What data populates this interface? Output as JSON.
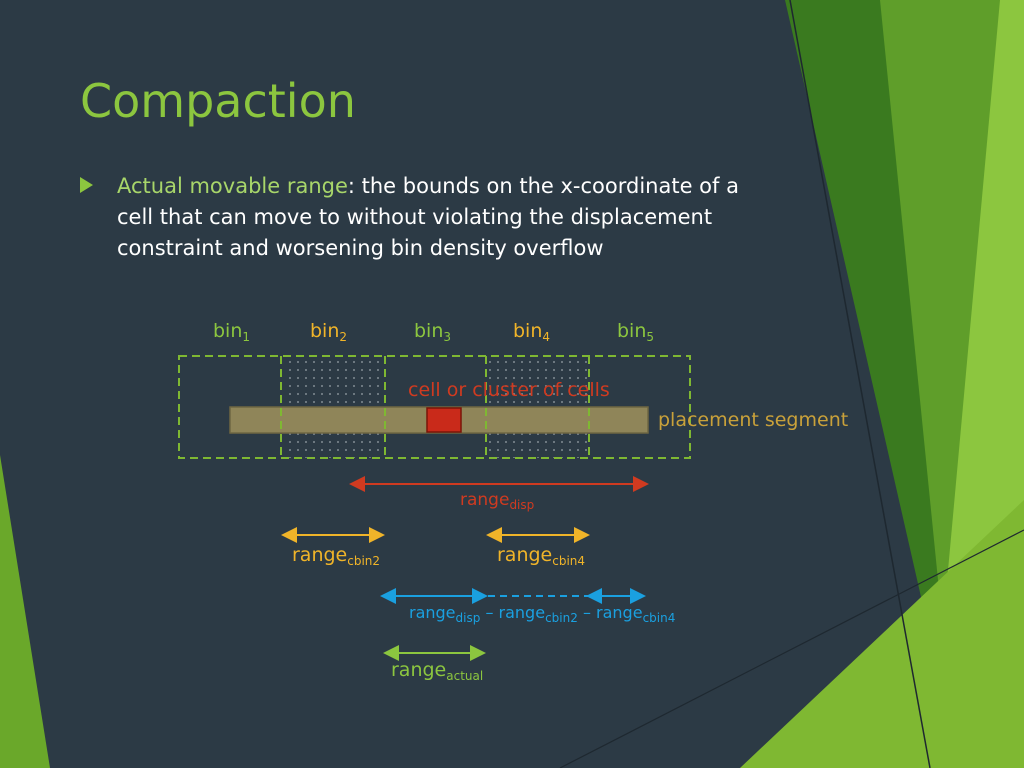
{
  "slide": {
    "title": "Compaction",
    "bullet": {
      "term": "Actual movable range",
      "text": ": the bounds on the x-coordinate of a cell that can move to without violating the displacement constraint and worsening bin density overflow"
    }
  },
  "diagram": {
    "bins": [
      {
        "base": "bin",
        "sub": "1",
        "color": "#8cc63f"
      },
      {
        "base": "bin",
        "sub": "2",
        "color": "#f0b429"
      },
      {
        "base": "bin",
        "sub": "3",
        "color": "#8cc63f"
      },
      {
        "base": "bin",
        "sub": "4",
        "color": "#f0b429"
      },
      {
        "base": "bin",
        "sub": "5",
        "color": "#8cc63f"
      }
    ],
    "cell_label": "cell or cluster of cells",
    "segment_label": "placement segment",
    "ranges": {
      "disp": {
        "base": "range",
        "sub": "disp"
      },
      "cbin2": {
        "base": "range",
        "sub": "cbin2"
      },
      "cbin4": {
        "base": "range",
        "sub": "cbin4"
      },
      "diff": {
        "p1": "range",
        "s1": "disp",
        "op1": " – ",
        "p2": "range",
        "s2": "cbin2",
        "op2": " – ",
        "p3": "range",
        "s3": "cbin4"
      },
      "actual": {
        "base": "range",
        "sub": "actual"
      }
    },
    "colors": {
      "green": "#8cc63f",
      "orange": "#f0b429",
      "red": "#d03a20",
      "blue": "#1aa0e0",
      "segment": "#8f8559",
      "background": "#2c3a45"
    }
  }
}
